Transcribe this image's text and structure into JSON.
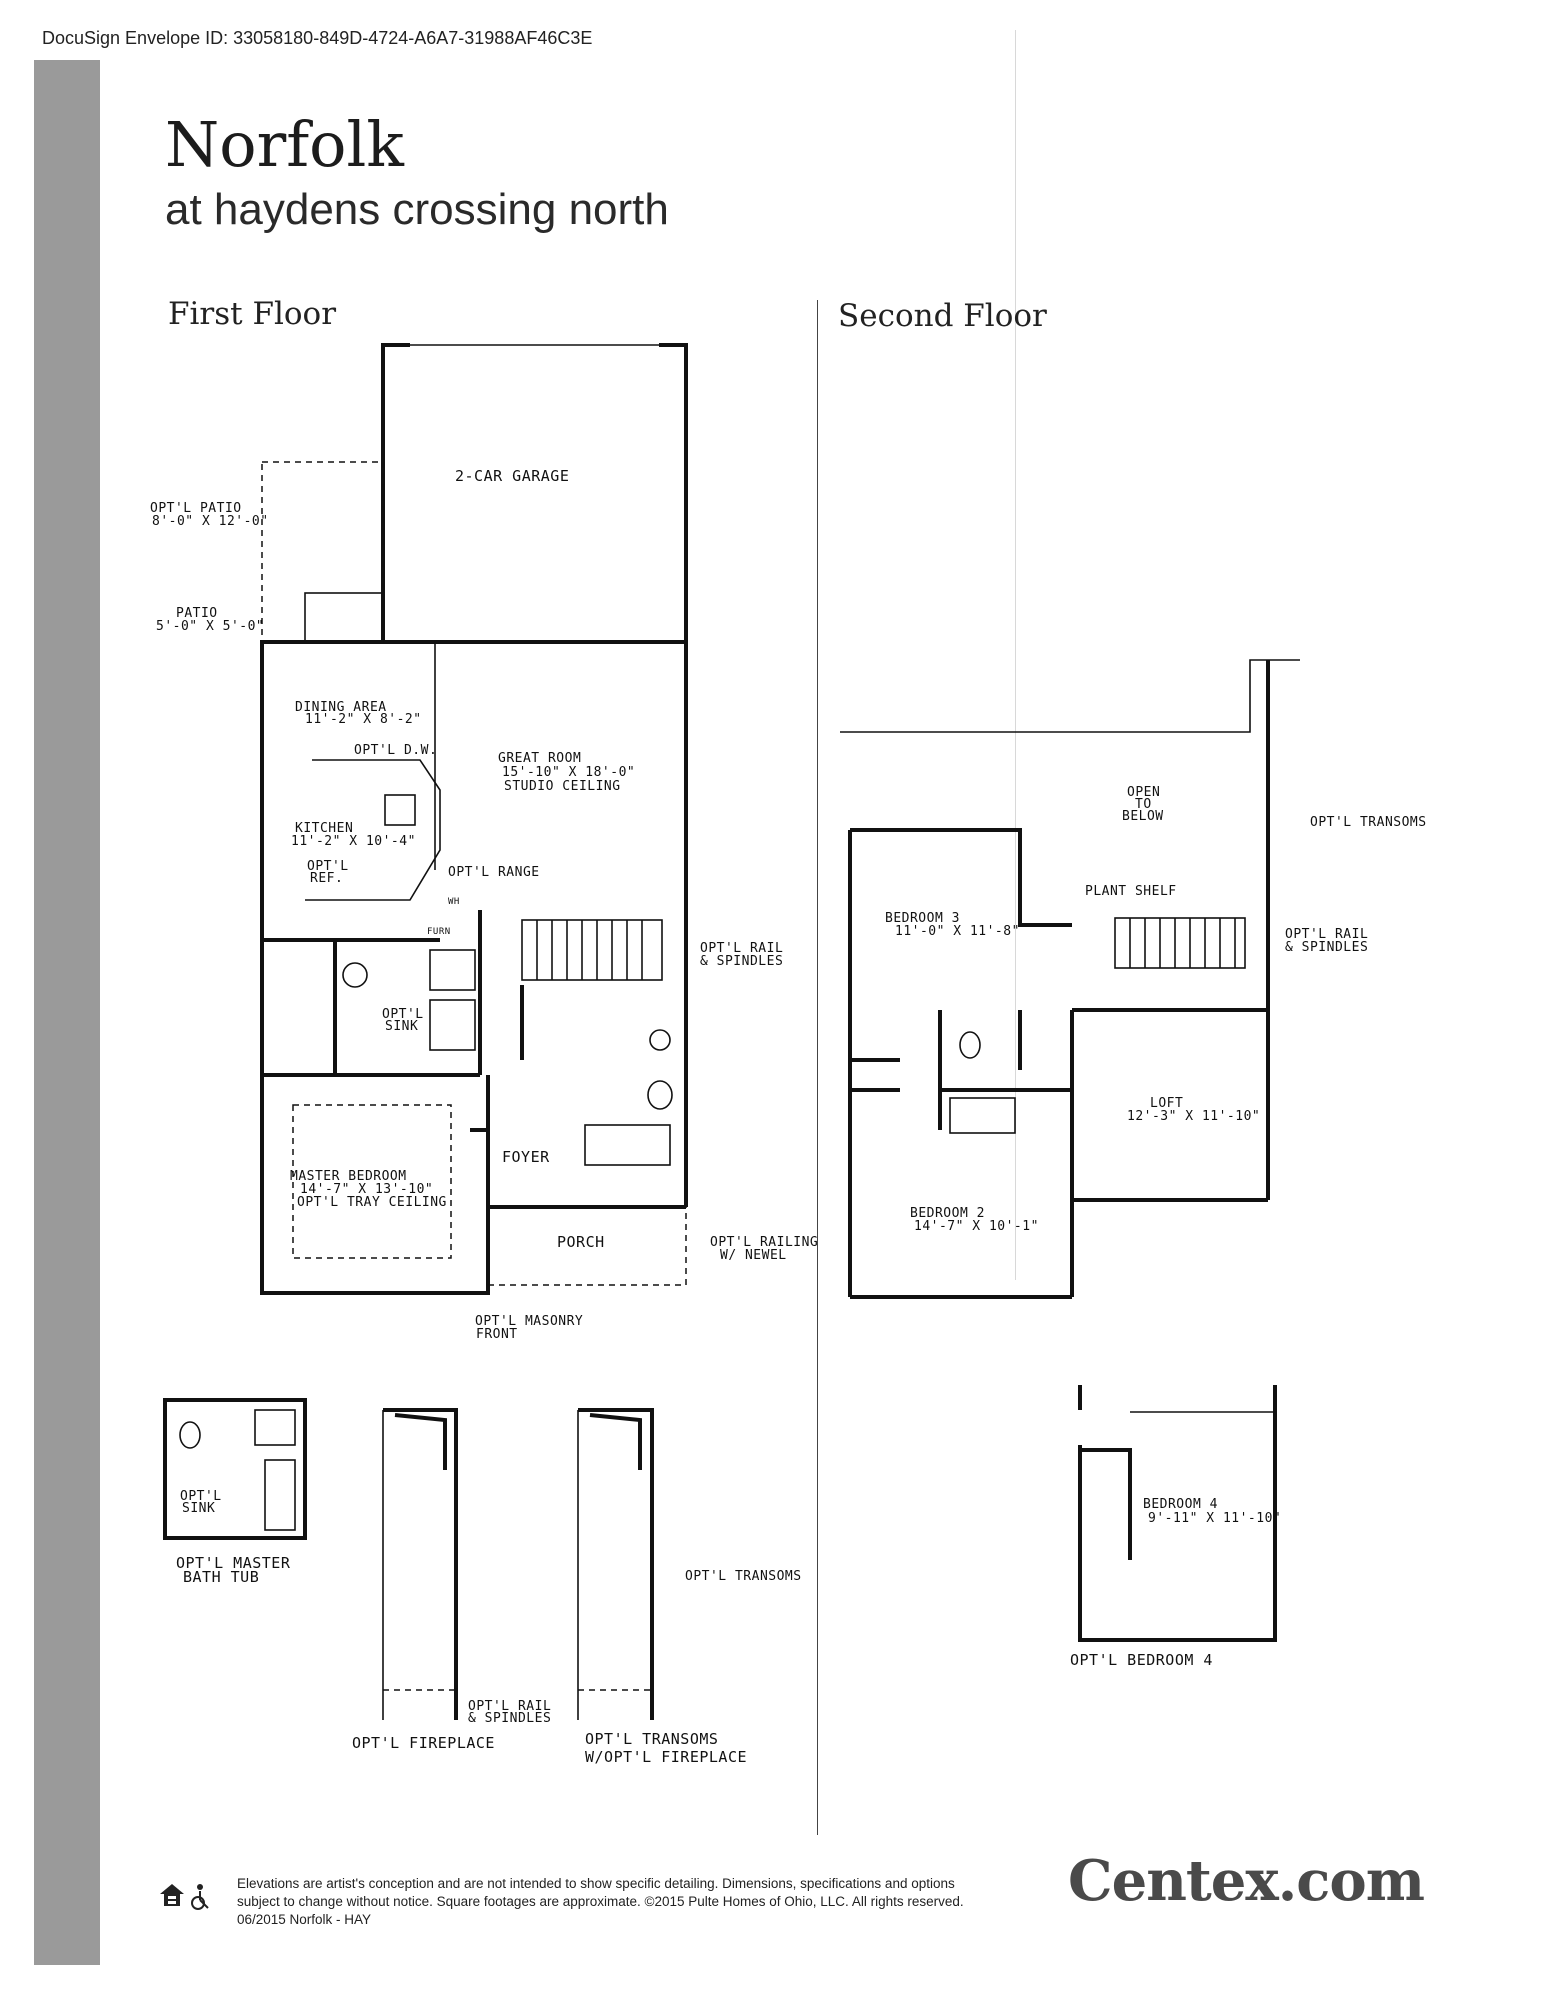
{
  "envelope_id": "DocuSign Envelope ID: 33058180-849D-4724-A6A7-31988AF46C3E",
  "header": {
    "title": "Norfolk",
    "subtitle": "at haydens crossing north"
  },
  "floors": {
    "first": "First Floor",
    "second": "Second Floor"
  },
  "first_floor": {
    "garage": "2-CAR GARAGE",
    "optl_patio": "OPT'L PATIO",
    "optl_patio_size": "8'-0\" X 12'-0\"",
    "patio": "PATIO",
    "patio_size": "5'-0\" X 5'-0\"",
    "dining": "DINING AREA",
    "dining_size": "11'-2\" X 8'-2\"",
    "optl_dw": "OPT'L D.W.",
    "great_room": "GREAT ROOM",
    "great_room_size": "15'-10\" X 18'-0\"",
    "great_room_note": "STUDIO CEILING",
    "kitchen": "KITCHEN",
    "kitchen_size": "11'-2\" X 10'-4\"",
    "optl_ref_1": "OPT'L",
    "optl_ref_2": "REF.",
    "optl_range": "OPT'L RANGE",
    "optl_rail": "OPT'L RAIL",
    "spindles": "& SPINDLES",
    "optl_sink_1": "OPT'L",
    "optl_sink_2": "SINK",
    "foyer": "FOYER",
    "master": "MASTER BEDROOM",
    "master_size": "14'-7\" X 13'-10\"",
    "master_note": "OPT'L TRAY CEILING",
    "porch": "PORCH",
    "optl_railing": "OPT'L RAILING",
    "newel": "W/ NEWEL",
    "masonry_1": "OPT'L MASONRY",
    "masonry_2": "FRONT",
    "furn": "FURN",
    "wh": "WH"
  },
  "second_floor": {
    "open_1": "OPEN",
    "open_2": "TO",
    "open_3": "BELOW",
    "optl_transoms": "OPT'L TRANSOMS",
    "plant_shelf": "PLANT SHELF",
    "bedroom3": "BEDROOM 3",
    "bedroom3_size": "11'-0\" X 11'-8\"",
    "optl_rail": "OPT'L RAIL",
    "spindles": "& SPINDLES",
    "loft": "LOFT",
    "loft_size": "12'-3\" X 11'-10\"",
    "bedroom2": "BEDROOM 2",
    "bedroom2_size": "14'-7\" X 10'-1\""
  },
  "options": {
    "bath_1": "OPT'L MASTER",
    "bath_2": "BATH TUB",
    "bath_sink_1": "OPT'L",
    "bath_sink_2": "SINK",
    "fireplace": "OPT'L FIREPLACE",
    "rail_1": "OPT'L RAIL",
    "rail_2": "& SPINDLES",
    "transoms": "OPT'L TRANSOMS",
    "transoms_fp_1": "OPT'L TRANSOMS",
    "transoms_fp_2": "W/OPT'L FIREPLACE",
    "bedroom4": "BEDROOM 4",
    "bedroom4_size": "9'-11\" X 11'-10\"",
    "optl_bedroom4": "OPT'L BEDROOM 4"
  },
  "footer": {
    "disclaimer": "Elevations are artist's conception and are not intended to show specific detailing. Dimensions, specifications and options subject to change without notice. Square footages are approximate. ©2015 Pulte Homes of Ohio, LLC. All rights reserved. 06/2015 Norfolk - HAY",
    "brand": "Centex.com",
    "icons": [
      "equal-housing-icon",
      "accessibility-icon"
    ]
  }
}
